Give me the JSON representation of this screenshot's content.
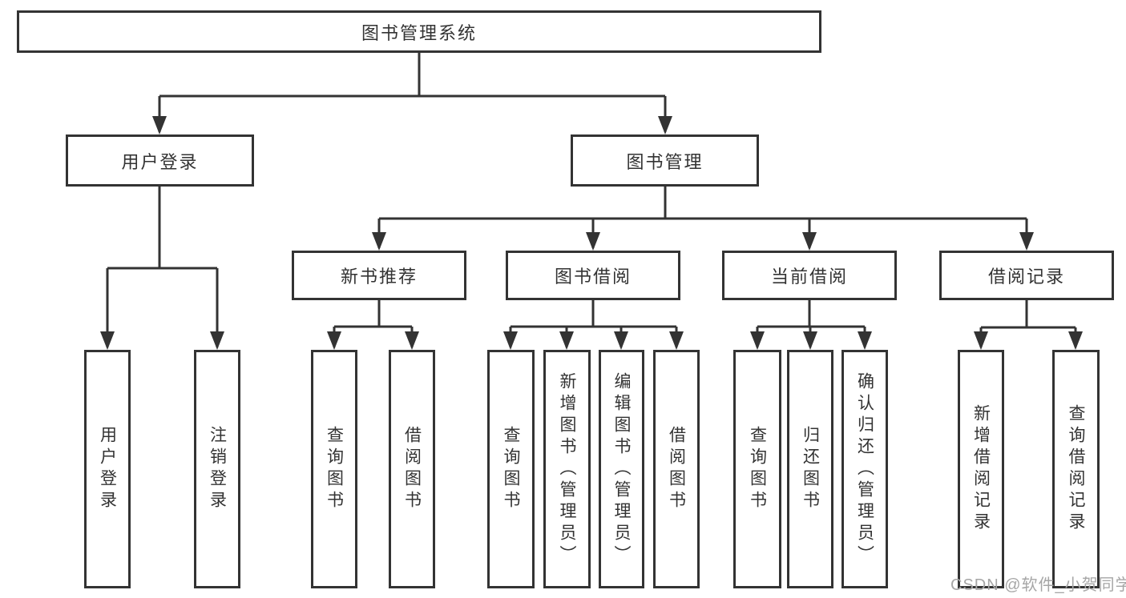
{
  "diagram": {
    "root": {
      "label": "图书管理系统"
    },
    "branches": [
      {
        "label": "用户登录",
        "children": [
          {
            "label": "用户登录"
          },
          {
            "label": "注销登录"
          }
        ]
      },
      {
        "label": "图书管理",
        "groups": [
          {
            "label": "新书推荐",
            "children": [
              {
                "label": "查询图书"
              },
              {
                "label": "借阅图书"
              }
            ]
          },
          {
            "label": "图书借阅",
            "children": [
              {
                "label": "查询图书"
              },
              {
                "label": "新增图书（管理员）"
              },
              {
                "label": "编辑图书（管理员）"
              },
              {
                "label": "借阅图书"
              }
            ]
          },
          {
            "label": "当前借阅",
            "children": [
              {
                "label": "查询图书"
              },
              {
                "label": "归还图书"
              },
              {
                "label": "确认归还（管理员）"
              }
            ]
          },
          {
            "label": "借阅记录",
            "children": [
              {
                "label": "新增借阅记录"
              },
              {
                "label": "查询借阅记录"
              }
            ]
          }
        ]
      }
    ]
  },
  "watermark": {
    "text": "CSDN @软件_小贺同学"
  },
  "colors": {
    "line": "#333333",
    "text": "#333333",
    "watermark": "#a6a6a6"
  }
}
